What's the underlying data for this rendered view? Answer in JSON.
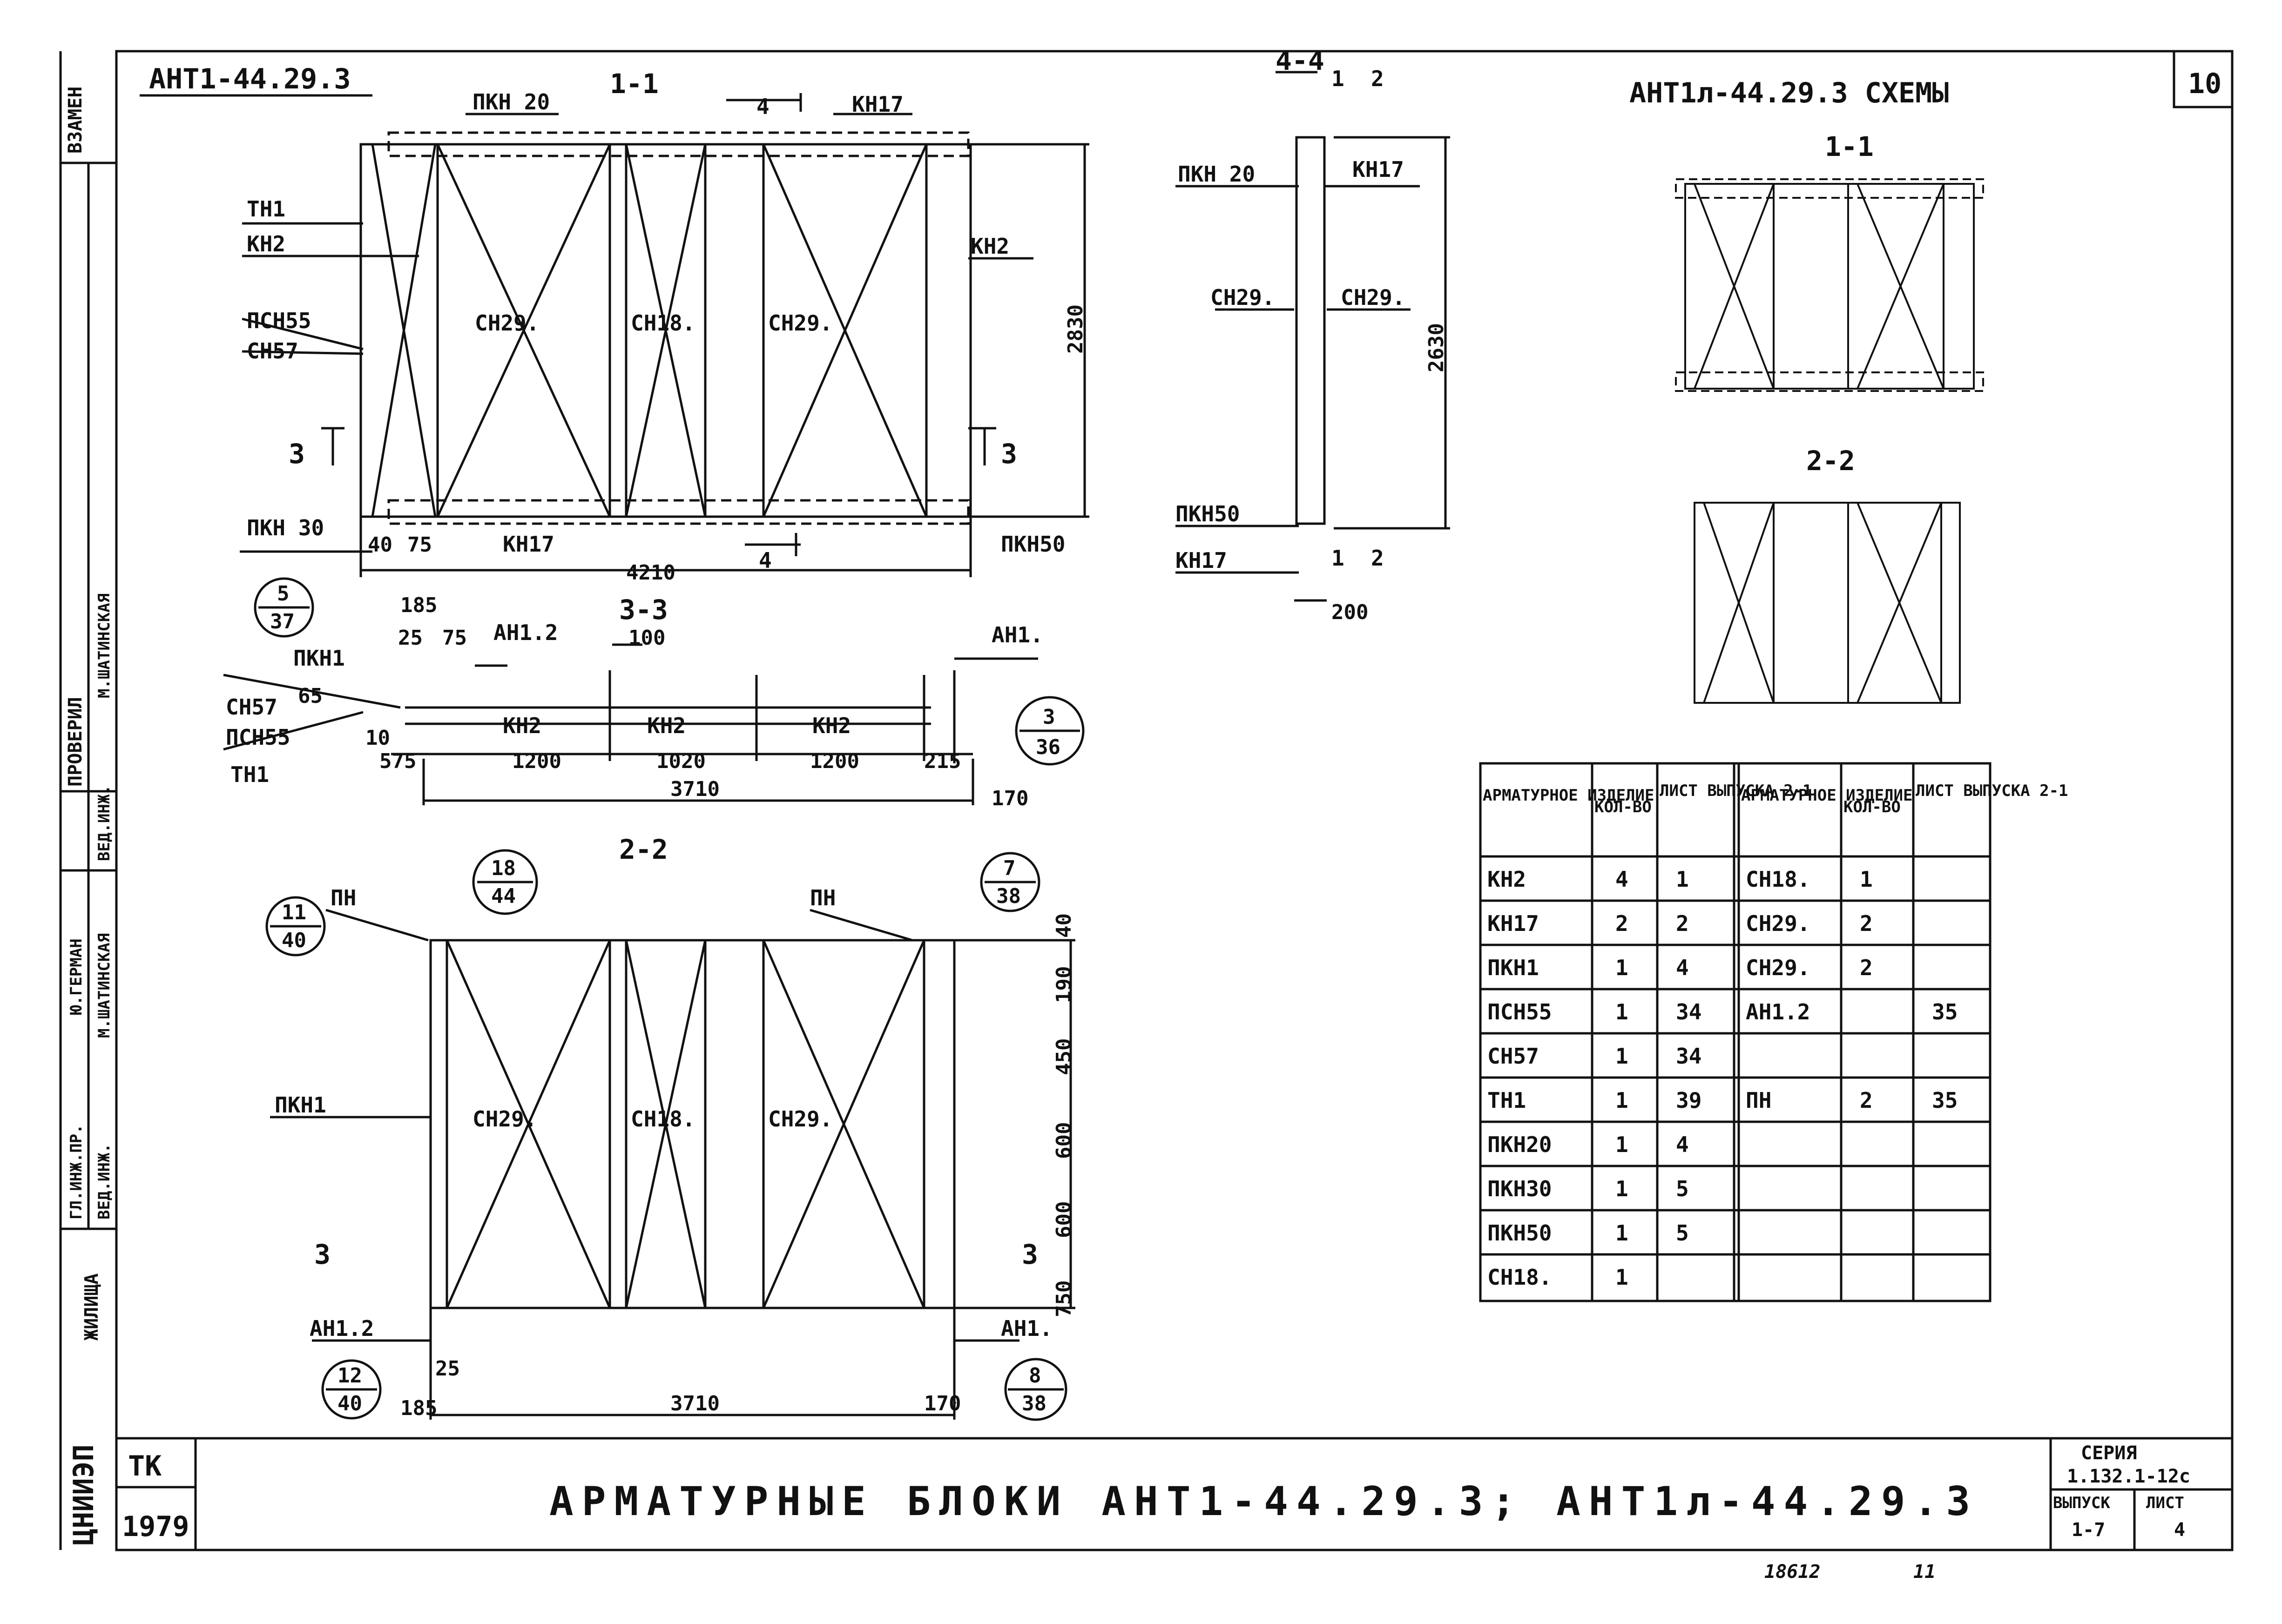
{
  "sheet_number": "10",
  "stamp": {
    "vzamen": "ВЗАМЕН",
    "proveril": "ПРОВЕРИЛ",
    "names": [
      "М.ШАТИНСКАЯ",
      "Ю.ГЕРМАН",
      "М.ШАТИНСКАЯ"
    ],
    "roles": [
      "ВЕД.ИНЖ.",
      "ГЛ.ИНЖ.ПР.",
      "ВЕД.ИНЖ."
    ],
    "org": "ЦНИИЭП",
    "org2": "ЖИЛИЩА",
    "tk": "ТК",
    "year": "1979"
  },
  "title": "АРМАТУРНЫЕ БЛОКИ АНТ1-44.29.3; АНТ1л-44.29.3",
  "series_box": {
    "seria_label": "СЕРИЯ",
    "seria": "1.132.1-12с",
    "vypusk_label": "ВЫПУСК",
    "vypusk": "1-7",
    "list_label": "ЛИСТ",
    "list": "4"
  },
  "footer_numbers": [
    "18612",
    "11"
  ],
  "views": {
    "main_mark": "АНТ1-44.29.3",
    "view11": "1-1",
    "view22": "2-2",
    "view33": "3-3",
    "view44": "4-4",
    "schemes": "АНТ1л-44.29.3 СХЕМЫ",
    "schemes11": "1-1",
    "schemes22": "2-2"
  },
  "labels": {
    "pkn20": "ПКН 20",
    "kn17": "КН17",
    "tn1": "ТН1",
    "kn2": "КН2",
    "psn55": "ПСН55",
    "sn57": "СН57",
    "sn29": "СН29.",
    "sn18": "СН18.",
    "pkn30": "ПКН 30",
    "pkn50": "ПКН50",
    "an12": "АН1.2",
    "an1": "АН1.",
    "pkn1": "ПКН1",
    "pn": "ПН",
    "sec3": "3",
    "sec4": "4",
    "sec1": "1",
    "sec2": "2"
  },
  "dims": {
    "d2830": "2830",
    "d4210": "4210",
    "d40": "40",
    "d75": "75",
    "d2630": "2630",
    "d200": "200",
    "d185": "185",
    "d25": "25",
    "d100": "100",
    "d65": "65",
    "d10": "10",
    "d575": "575",
    "d1200": "1200",
    "d1020": "1020",
    "d215": "215",
    "d3710": "3710",
    "d170": "170",
    "d190": "190",
    "d450": "450",
    "d600": "600",
    "d750": "750"
  },
  "callouts": [
    {
      "top": "5",
      "bottom": "37"
    },
    {
      "top": "3",
      "bottom": "36"
    },
    {
      "top": "18",
      "bottom": "44"
    },
    {
      "top": "11",
      "bottom": "40"
    },
    {
      "top": "7",
      "bottom": "38"
    },
    {
      "top": "12",
      "bottom": "40"
    },
    {
      "top": "8",
      "bottom": "38"
    }
  ],
  "table": {
    "headers": [
      "АРМАТУРНОЕ ИЗДЕЛИЕ",
      "КОЛ-ВО",
      "ЛИСТ ВЫПУСКА 2-1",
      "АРМАТУРНОЕ ИЗДЕЛИЕ",
      "КОЛ-ВО",
      "ЛИСТ ВЫПУСКА 2-1"
    ],
    "rows": [
      [
        "КН2",
        "4",
        "1",
        "СН18.",
        "1",
        ""
      ],
      [
        "КН17",
        "2",
        "2",
        "СН29.",
        "2",
        ""
      ],
      [
        "ПКН1",
        "1",
        "4",
        "СН29.",
        "2",
        ""
      ],
      [
        "ПСН55",
        "1",
        "34",
        "АН1.2",
        "",
        "35"
      ],
      [
        "СН57",
        "1",
        "34",
        "",
        "",
        ""
      ],
      [
        "ТН1",
        "1",
        "39",
        "ПН",
        "2",
        "35"
      ],
      [
        "ПКН20",
        "1",
        "4",
        "",
        "",
        ""
      ],
      [
        "ПКН30",
        "1",
        "5",
        "",
        "",
        ""
      ],
      [
        "ПКН50",
        "1",
        "5",
        "",
        "",
        ""
      ],
      [
        "СН18.",
        "1",
        "",
        "",
        "",
        ""
      ]
    ]
  }
}
